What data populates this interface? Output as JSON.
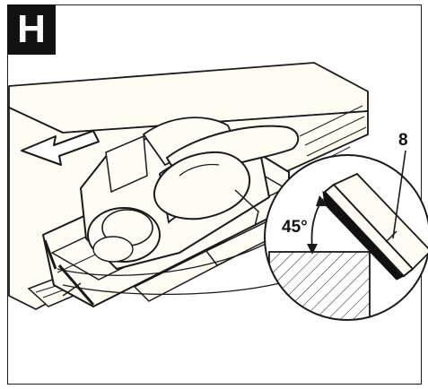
{
  "figure": {
    "badge_label": "H",
    "callout_number": "8",
    "angle_label": "45°"
  },
  "colors": {
    "line": "#1a1a1a",
    "fill": "#fffdf3",
    "badge_bg": "#111111",
    "badge_text": "#ffffff"
  },
  "icons": {
    "direction_arrow": "arrow-left-icon"
  }
}
